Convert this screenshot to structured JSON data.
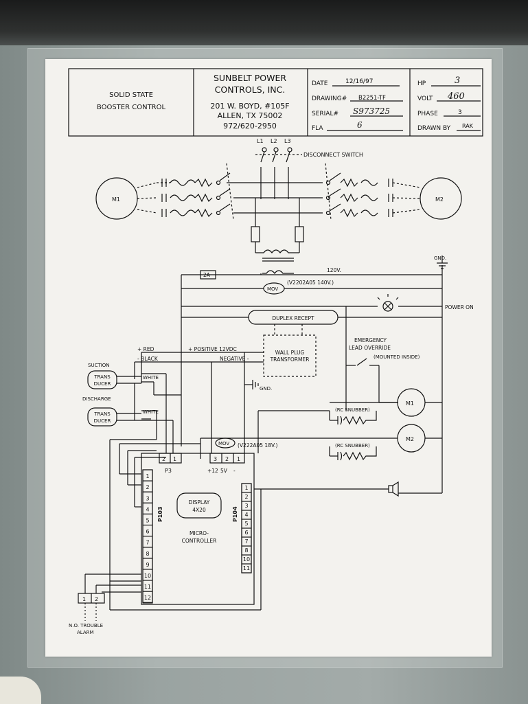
{
  "title_block": {
    "product_line1": "SOLID STATE",
    "product_line2": "BOOSTER CONTROL",
    "company_line1": "SUNBELT POWER",
    "company_line2": "CONTROLS, INC.",
    "address_line1": "201 W. BOYD, #105F",
    "address_line2": "ALLEN, TX 75002",
    "phone": "972/620-2950",
    "date_label": "DATE",
    "date_value": "12/16/97",
    "drawing_label": "DRAWING#",
    "drawing_value": "B2251-TF",
    "serial_label": "SERIAL#",
    "serial_value": "S973725",
    "fla_label": "FLA",
    "fla_value": "6",
    "hp_label": "HP",
    "hp_value": "3",
    "volt_label": "VOLT",
    "volt_value": "460",
    "phase_label": "PHASE",
    "phase_value": "3",
    "drawn_by_label": "DRAWN BY",
    "drawn_by_value": "RAK"
  },
  "labels": {
    "l1": "L1",
    "l2": "L2",
    "l3": "L3",
    "disconnect_switch": "DISCONNECT SWITCH",
    "m1": "M1",
    "m2": "M2",
    "gnd_top": "GND.",
    "fuse": "2A",
    "v120": "120V.",
    "mov": "MOV",
    "mov1_spec": "(V2202A05 140V.)",
    "power_on": "POWER ON",
    "duplex_recept": "DUPLEX RECEPT",
    "red": "+ RED",
    "black": "- BLACK",
    "positive_12vdc": "+ POSITIVE 12VDC",
    "negative": "NEGATIVE -",
    "wall_plug_line1": "WALL PLUG",
    "wall_plug_line2": "TRANSFORMER",
    "gnd_mid": "GND.",
    "emergency_line1": "EMERGENCY",
    "emergency_line2": "LEAD OVERRIDE",
    "emergency_line3": "(MOUNTED INSIDE)",
    "suction": "SUCTION",
    "trans": "TRANS",
    "ducer": "DUCER",
    "white": "WHITE",
    "discharge": "DISCHARGE",
    "rc_snubber": "(RC SNUBBER)",
    "motor_m1": "M1",
    "motor_m2": "M2",
    "mov2": "MOV",
    "mov2_spec": "(V222A05 18V.)",
    "p3": "P3",
    "p3_pin2": "2",
    "p3_pin1": "1",
    "pwr_pin3": "3",
    "pwr_pin2": "2",
    "pwr_pin1": "1",
    "pwr_plus12": "+12",
    "pwr_5v": "5V",
    "pwr_minus": "-",
    "p103": "P103",
    "p104": "P104",
    "display_line1": "DISPLAY",
    "display_line2": "4X20",
    "micro_line1": "MICRO-",
    "micro_line2": "CONTROLLER",
    "alarm_pin1": "1",
    "alarm_pin2": "2",
    "alarm_line1": "N.O. TROUBLE",
    "alarm_line2": "ALARM"
  },
  "p103_pins": [
    "1",
    "2",
    "3",
    "4",
    "5",
    "6",
    "7",
    "8",
    "9",
    "10",
    "11",
    "12"
  ],
  "p104_pins": [
    "1",
    "2",
    "3",
    "4",
    "5",
    "6",
    "7",
    "8",
    "10",
    "11"
  ]
}
